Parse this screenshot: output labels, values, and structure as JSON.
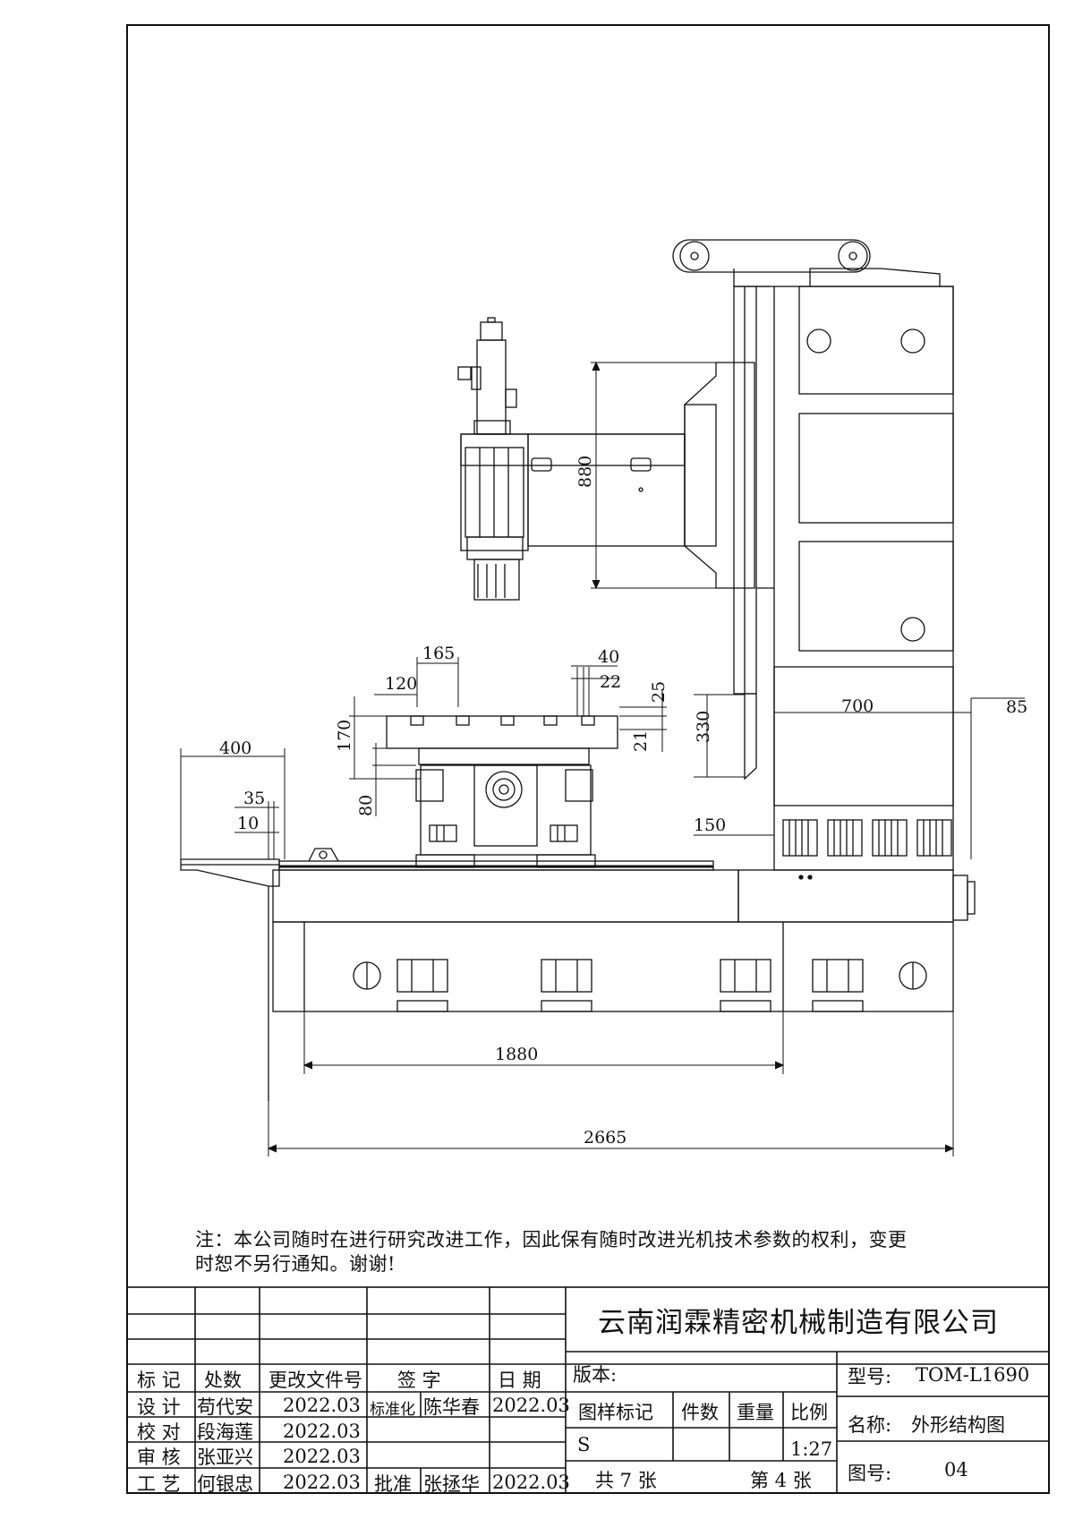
{
  "drawing": {
    "dimensions": {
      "spindle_travel": "880",
      "table_165": "165",
      "table_120": "120",
      "slot_40": "40",
      "slot_22": "22",
      "slot_25": "25",
      "table_170": "170",
      "slot_21": "21",
      "column_330": "330",
      "column_700": "700",
      "right_85": "85",
      "left_400": "400",
      "left_35": "35",
      "left_10": "10",
      "height_80": "80",
      "offset_150": "150",
      "base_1880": "1880",
      "overall_2665": "2665"
    }
  },
  "note": {
    "line1": "注：本公司随时在进行研究改进工作，因此保有随时改进光机技术参数的权利，变更",
    "line2": "时恕不另行通知。谢谢!"
  },
  "title_block": {
    "company": "云南润霖精密机械制造有限公司",
    "headers": {
      "mark": "标 记",
      "count": "处数",
      "change_doc": "更改文件号",
      "signature": "签 字",
      "date": "日 期"
    },
    "rows": [
      {
        "role": "设 计",
        "name": "苟代安",
        "date": "2022.03"
      },
      {
        "role": "校 对",
        "name": "段海莲",
        "date": "2022.03"
      },
      {
        "role": "审 核",
        "name": "张亚兴",
        "date": "2022.03"
      },
      {
        "role": "工 艺",
        "name": "何银忠",
        "date": "2022.03"
      }
    ],
    "standardization": {
      "label": "标准化",
      "name": "陈华春",
      "date": "2022.03"
    },
    "approval": {
      "label": "批准",
      "name": "张拯华",
      "date": "2022.03"
    },
    "version_label": "版本:",
    "model_label": "型号:",
    "model_value": "TOM-L1690",
    "name_label": "名称:",
    "name_value": "外形结构图",
    "col_headers": {
      "sample_mark": "图样标记",
      "qty": "件数",
      "weight": "重量",
      "scale": "比例"
    },
    "sample_mark_value": "S",
    "scale_value": "1:27",
    "sheets_total": "共 7  张",
    "sheet_current": "第 4  张",
    "drawing_no_label": "图号:",
    "drawing_no_value": "04"
  }
}
